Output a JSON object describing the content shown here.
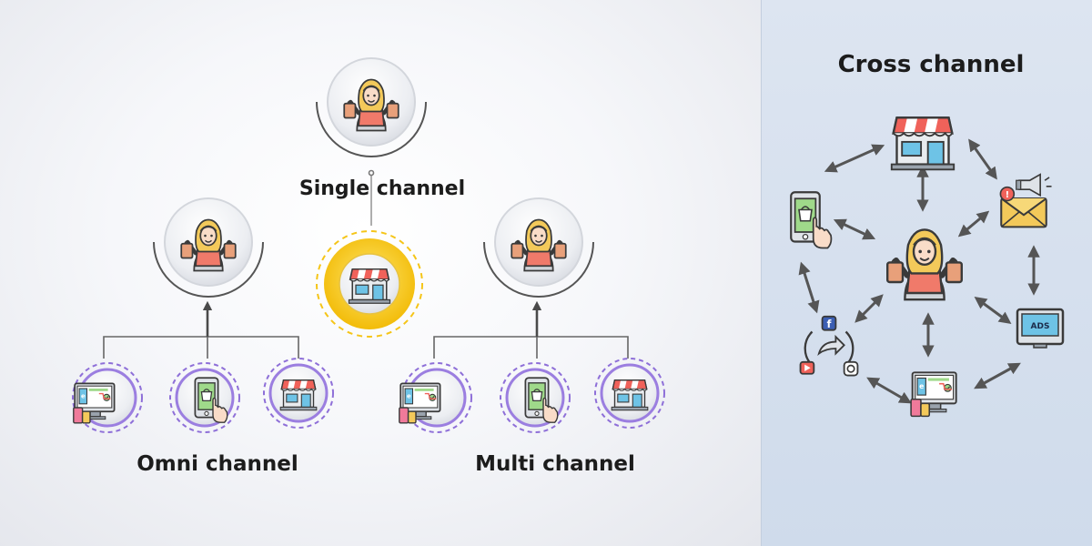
{
  "diagram": {
    "single": {
      "label": "Single channel"
    },
    "omni": {
      "label": "Omni channel"
    },
    "multi": {
      "label": "Multi channel"
    },
    "cross": {
      "title": "Cross channel",
      "ads_label": "ADS"
    }
  },
  "colors": {
    "accent_yellow": "#f5c518",
    "dashed_purple": "#8e6fd8",
    "connector_gray": "#666666",
    "arrow_dark": "#4a4a4a"
  },
  "icons": [
    "shopper-icon",
    "store-icon",
    "mobile-shop-icon",
    "ecommerce-icon",
    "email-marketing-icon",
    "ads-display-icon",
    "social-media-icon"
  ]
}
